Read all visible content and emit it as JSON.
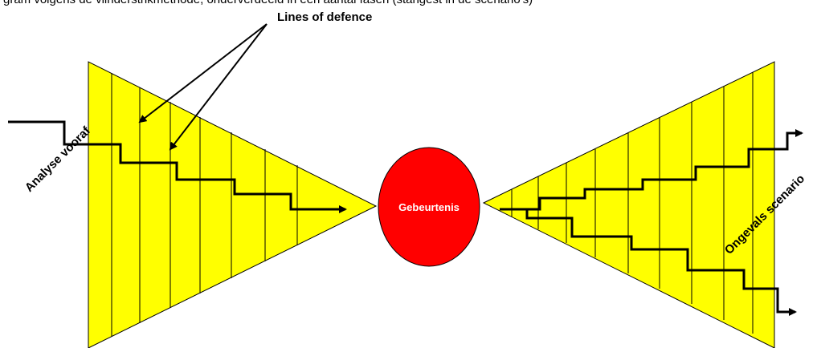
{
  "diagram": {
    "top_text": "gram volgens de vlinderstrikmethode, onderverdeeld in een aantal fasen (stangest in de scenario's)",
    "callout_label": "Lines of defence",
    "left_label": "Analyse vooraf",
    "right_label": "Ongevals scenario",
    "event_label": "Gebeurtenis",
    "colors": {
      "triangle_fill": "#ffff00",
      "event_fill": "#ff0000",
      "event_text": "#ffffff",
      "line": "#000000"
    }
  }
}
